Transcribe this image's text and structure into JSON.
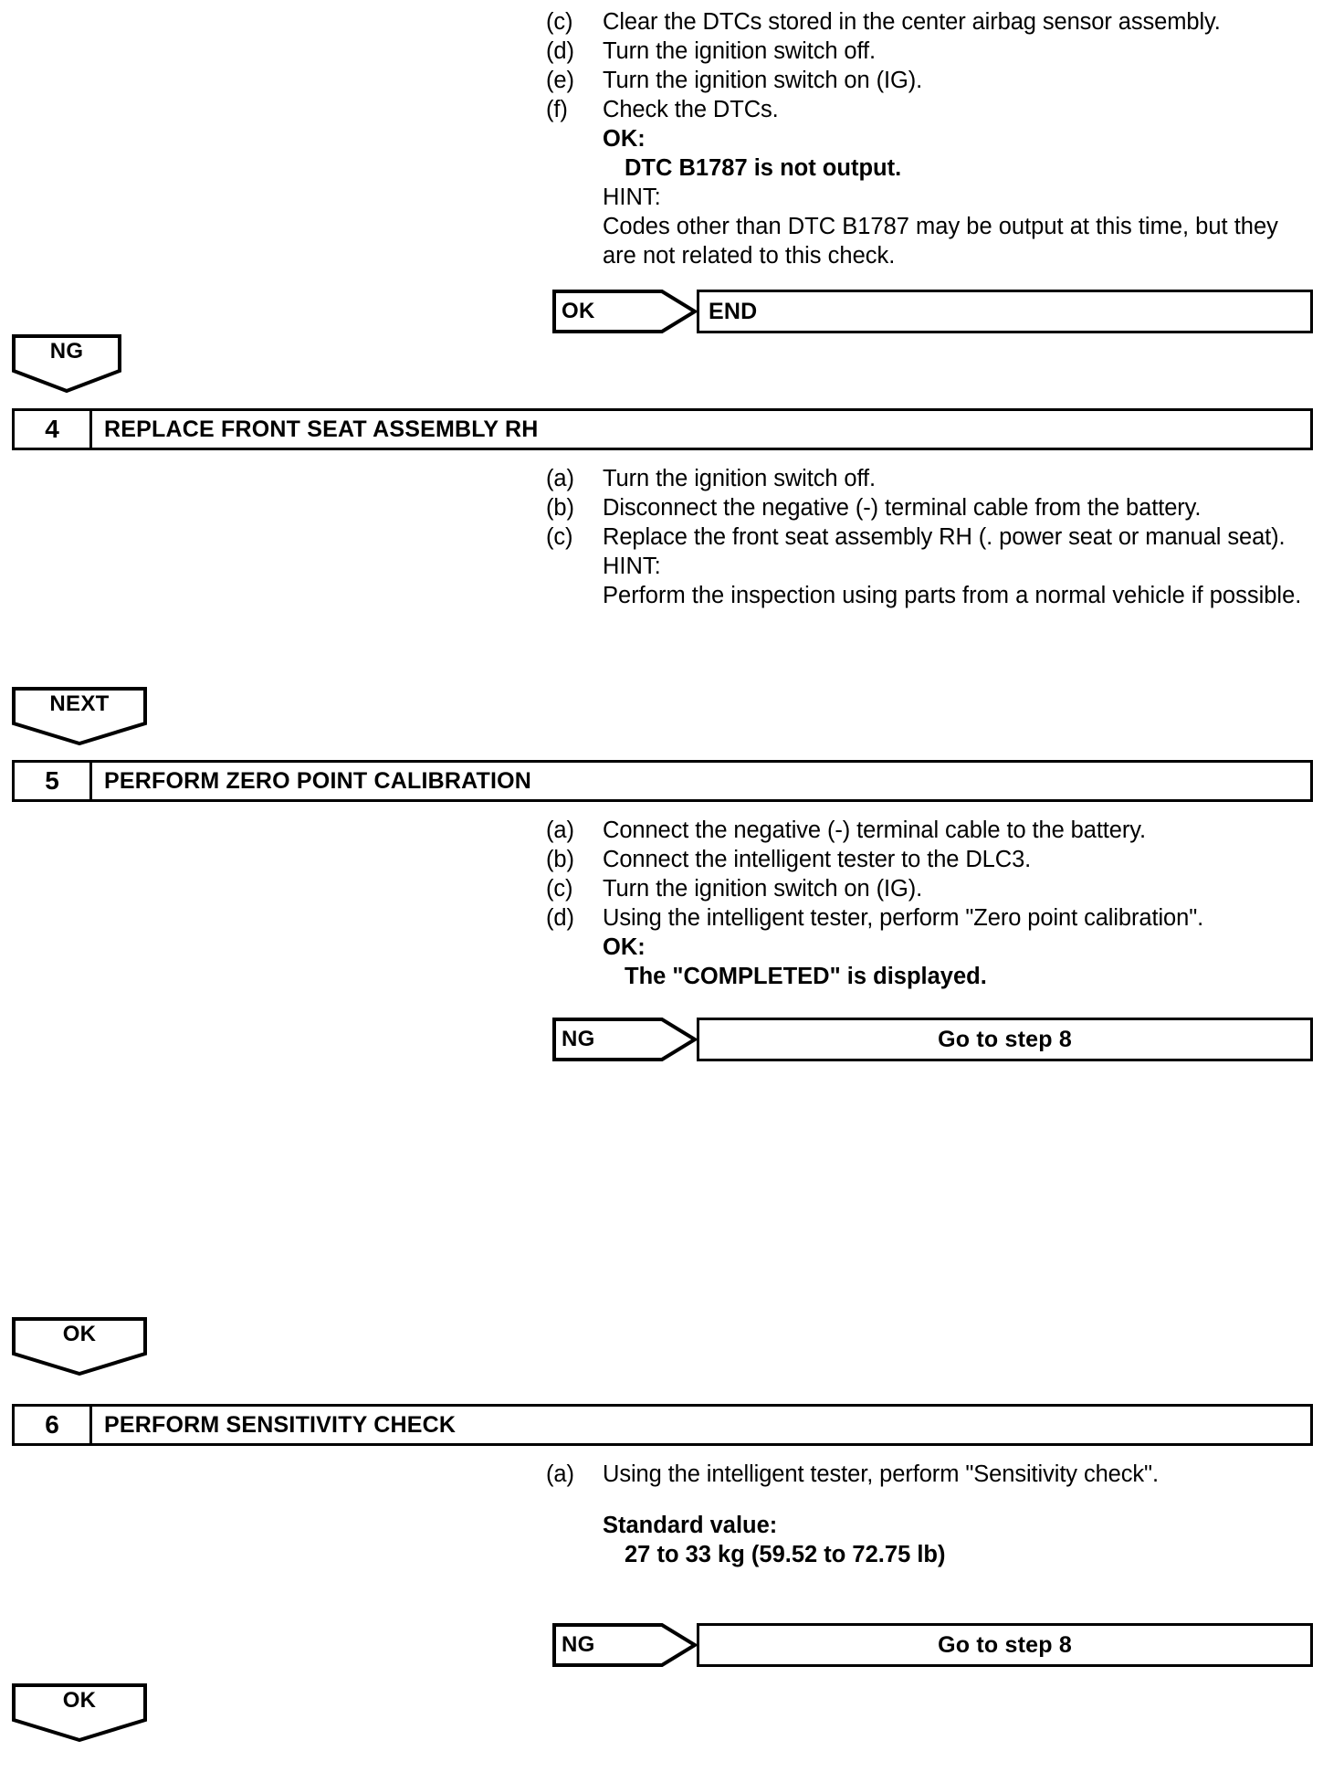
{
  "document": {
    "type": "diagnostic-flowchart",
    "line_color": "#000000",
    "background": "#ffffff"
  },
  "step_continuation": {
    "items": [
      {
        "label": "(c)",
        "text": "Clear the DTCs stored in the center airbag sensor assembly."
      },
      {
        "label": "(d)",
        "text": "Turn the ignition switch off."
      },
      {
        "label": "(e)",
        "text": "Turn the ignition switch on (IG)."
      },
      {
        "label": "(f)",
        "text": "Check the DTCs."
      }
    ],
    "ok_label": "OK:",
    "ok_value": "DTC B1787 is not output.",
    "hint_label": "HINT:",
    "hint_text": "Codes other than DTC B1787 may be output at this time, but they are not related to this check.",
    "result": {
      "tag": "OK",
      "box_text": "END"
    }
  },
  "badges": {
    "ng_after_step3": "NG",
    "next_after_step4": "NEXT",
    "ok_after_step5": "OK",
    "ok_after_step6": "OK"
  },
  "steps": [
    {
      "number": "4",
      "title": "REPLACE FRONT SEAT ASSEMBLY RH",
      "items": [
        {
          "label": "(a)",
          "text": "Turn the ignition switch off."
        },
        {
          "label": "(b)",
          "text": "Disconnect the negative (-) terminal cable from the battery."
        },
        {
          "label": "(c)",
          "text": "Replace the front seat assembly RH (. power seat or manual seat)."
        }
      ],
      "hint_label": "HINT:",
      "hint_text": "Perform the inspection using parts from a normal vehicle if possible."
    },
    {
      "number": "5",
      "title": "PERFORM ZERO POINT CALIBRATION",
      "items": [
        {
          "label": "(a)",
          "text": "Connect the negative (-) terminal cable to the battery."
        },
        {
          "label": "(b)",
          "text": "Connect the intelligent tester to the DLC3."
        },
        {
          "label": "(c)",
          "text": "Turn the ignition switch on (IG)."
        },
        {
          "label": "(d)",
          "text": "Using the intelligent tester, perform \"Zero point calibration\"."
        }
      ],
      "ok_label": "OK:",
      "ok_value": "The \"COMPLETED\" is displayed.",
      "result": {
        "tag": "NG",
        "box_text": "Go to step 8"
      }
    },
    {
      "number": "6",
      "title": "PERFORM SENSITIVITY CHECK",
      "items": [
        {
          "label": "(a)",
          "text": "Using the intelligent tester, perform \"Sensitivity check\"."
        }
      ],
      "standard_label": "Standard value:",
      "standard_value": "27 to 33 kg (59.52 to 72.75 lb)",
      "result": {
        "tag": "NG",
        "box_text": "Go to step 8"
      }
    }
  ]
}
